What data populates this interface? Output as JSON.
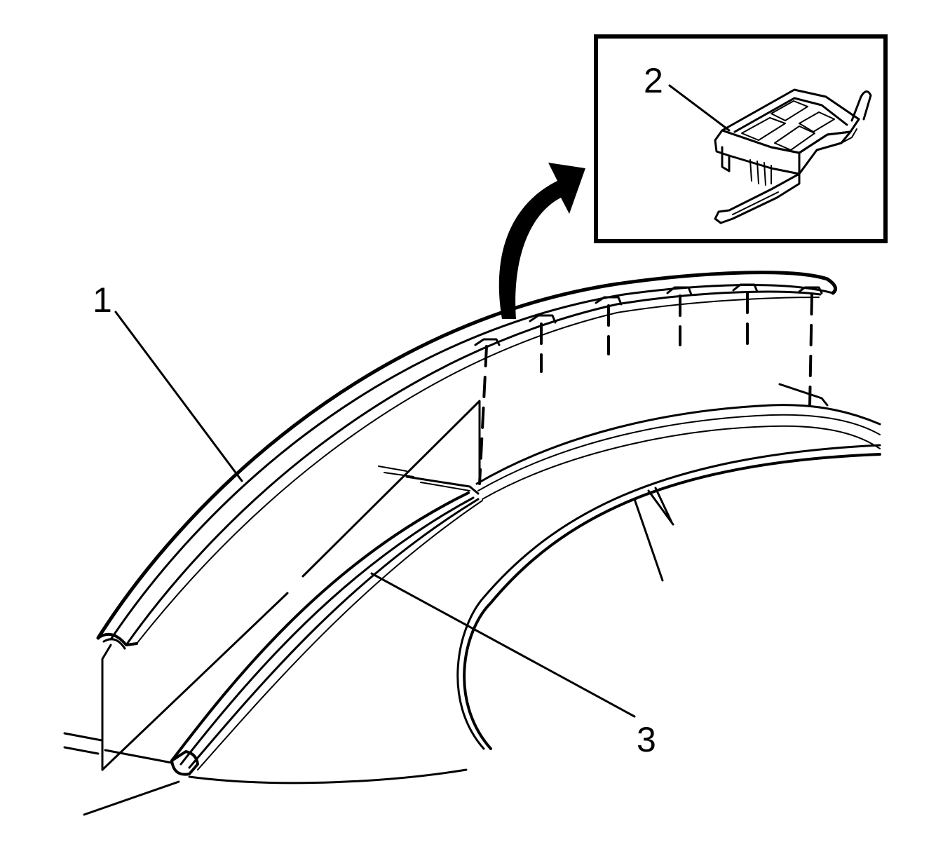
{
  "callouts": [
    {
      "id": "1",
      "label": "1",
      "refers_to": "molding"
    },
    {
      "id": "2",
      "label": "2",
      "refers_to": "clip"
    },
    {
      "id": "3",
      "label": "3",
      "refers_to": "roof-rail"
    }
  ],
  "colors": {
    "line": "#000000",
    "background": "#ffffff"
  }
}
